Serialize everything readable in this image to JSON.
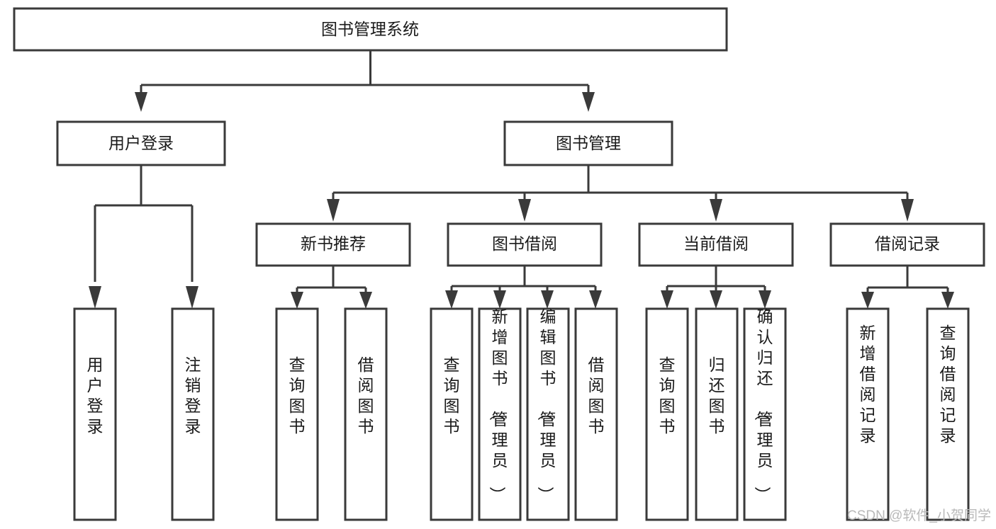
{
  "diagram": {
    "type": "hierarchy-tree",
    "title": "图书管理系统",
    "root": {
      "id": "system",
      "label": "图书管理系统",
      "level": 1
    },
    "level2": [
      {
        "id": "user-login",
        "label": "用户登录"
      },
      {
        "id": "book-management",
        "label": "图书管理"
      }
    ],
    "level3": [
      {
        "id": "new-book-recommend",
        "label": "新书推荐",
        "parent": "book-management"
      },
      {
        "id": "book-borrow",
        "label": "图书借阅",
        "parent": "book-management"
      },
      {
        "id": "current-borrow",
        "label": "当前借阅",
        "parent": "book-management"
      },
      {
        "id": "borrow-record",
        "label": "借阅记录",
        "parent": "book-management"
      }
    ],
    "leaves": {
      "user-login": [
        {
          "id": "leaf-user-login",
          "label": "用户登录"
        },
        {
          "id": "leaf-user-logout",
          "label": "注销登录"
        }
      ],
      "new-book-recommend": [
        {
          "id": "leaf-query-book-1",
          "label": "查询图书"
        },
        {
          "id": "leaf-borrow-book-1",
          "label": "借阅图书"
        }
      ],
      "book-borrow": [
        {
          "id": "leaf-query-book-2",
          "label": "查询图书"
        },
        {
          "id": "leaf-add-book",
          "label": "新增图书（管理员）"
        },
        {
          "id": "leaf-edit-book",
          "label": "编辑图书（管理员）"
        },
        {
          "id": "leaf-borrow-book-2",
          "label": "借阅图书"
        }
      ],
      "current-borrow": [
        {
          "id": "leaf-query-book-3",
          "label": "查询图书"
        },
        {
          "id": "leaf-return-book",
          "label": "归还图书"
        },
        {
          "id": "leaf-confirm-return",
          "label": "确认归还（管理员）"
        }
      ],
      "borrow-record": [
        {
          "id": "leaf-add-record",
          "label": "新增借阅记录"
        },
        {
          "id": "leaf-query-record",
          "label": "查询借阅记录"
        }
      ]
    },
    "colors": {
      "stroke": "#3a3a3a",
      "fill": "#ffffff",
      "text": "#1a1a1a",
      "watermark": "#b9b9b9"
    }
  },
  "watermark": {
    "label": "CSDN @软件_小贺同学"
  }
}
